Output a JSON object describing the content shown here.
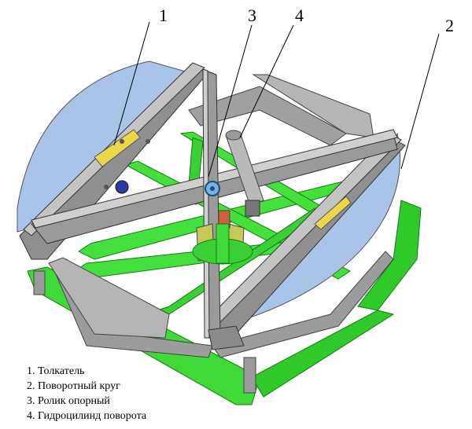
{
  "callouts": [
    "1",
    "3",
    "4",
    "2"
  ],
  "legend": [
    "1. Толкатель",
    "2. Поворотный круг",
    "3. Ролик опорный",
    "4. Гидроцилинд поворота"
  ],
  "colors": {
    "green_frame": "#3fd93a",
    "green_dark": "#1f8f1c",
    "steel": "#8f8f8f",
    "steel_light": "#c4c4c4",
    "steel_dark": "#5e5e5e",
    "disc": "#a9c4e6",
    "pusher_yellow": "#e8d84a",
    "roller_blue": "#2e3aa8",
    "hydraulic_grey": "#b9b9b9"
  }
}
